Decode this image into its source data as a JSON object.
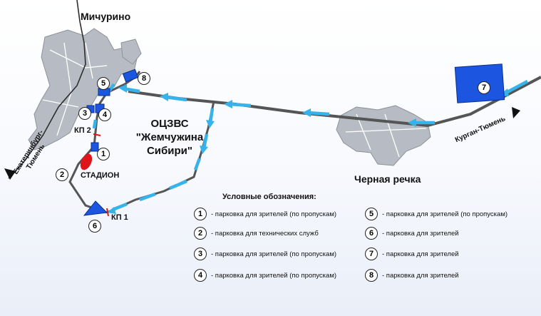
{
  "map": {
    "towns": {
      "michurino": "Мичурино",
      "chernaya_rechka": "Черная речка"
    },
    "venue_title": "ОЦЗВС",
    "venue_name": "\"Жемчужина",
    "venue_name_2": "Сибири\"",
    "stadium_label": "СТАДИОН",
    "checkpoints": {
      "kp1": "КП 1",
      "kp2": "КП 2"
    },
    "roads": {
      "ekaterinburg_tyumen_1": "Екатеринбург-",
      "ekaterinburg_tyumen_2": "Тюмень",
      "kurgan_tyumen": "Курган-Тюмень"
    },
    "markers": [
      "1",
      "2",
      "3",
      "4",
      "5",
      "6",
      "7",
      "8"
    ]
  },
  "legend": {
    "title": "Условные обозначения:",
    "items": [
      {
        "num": "1",
        "text": "- парковка для зрителей (по пропускам)"
      },
      {
        "num": "2",
        "text": "- парковка для технических служб"
      },
      {
        "num": "3",
        "text": "- парковка для зрителей (по пропускам)"
      },
      {
        "num": "4",
        "text": "- парковка для зрителей (по пропускам)"
      },
      {
        "num": "5",
        "text": "- парковка для зрителей (по пропускам)"
      },
      {
        "num": "6",
        "text": "- парковка для зрителей"
      },
      {
        "num": "7",
        "text": "- парковка для зрителей"
      },
      {
        "num": "8",
        "text": "- парковка для зрителей"
      }
    ]
  },
  "colors": {
    "parking_blue": "#1b55e0",
    "route_light_blue": "#35b3ea",
    "road_gray": "#4a4a4a",
    "town_gray": "#b7bcc4",
    "stadium_red": "#e0151a"
  }
}
